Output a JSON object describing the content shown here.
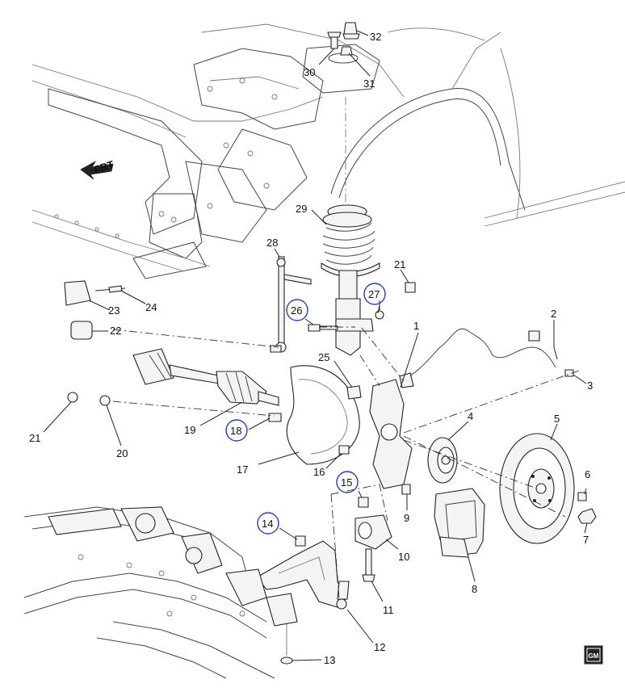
{
  "diagram": {
    "direction_label": "FRT",
    "logo_text": "GM",
    "callouts": [
      {
        "id": "c1",
        "label": "1",
        "circled": false
      },
      {
        "id": "c2",
        "label": "2",
        "circled": false
      },
      {
        "id": "c3",
        "label": "3",
        "circled": false
      },
      {
        "id": "c4",
        "label": "4",
        "circled": false
      },
      {
        "id": "c5",
        "label": "5",
        "circled": false
      },
      {
        "id": "c6",
        "label": "6",
        "circled": false
      },
      {
        "id": "c7",
        "label": "7",
        "circled": false
      },
      {
        "id": "c8",
        "label": "8",
        "circled": false
      },
      {
        "id": "c9",
        "label": "9",
        "circled": false
      },
      {
        "id": "c10",
        "label": "10",
        "circled": false
      },
      {
        "id": "c11",
        "label": "11",
        "circled": false
      },
      {
        "id": "c12",
        "label": "12",
        "circled": false
      },
      {
        "id": "c13",
        "label": "13",
        "circled": false
      },
      {
        "id": "c14",
        "label": "14",
        "circled": true
      },
      {
        "id": "c15",
        "label": "15",
        "circled": true
      },
      {
        "id": "c16",
        "label": "16",
        "circled": false
      },
      {
        "id": "c17",
        "label": "17",
        "circled": false
      },
      {
        "id": "c18",
        "label": "18",
        "circled": true
      },
      {
        "id": "c19",
        "label": "19",
        "circled": false
      },
      {
        "id": "c20",
        "label": "20",
        "circled": false
      },
      {
        "id": "c21a",
        "label": "21",
        "circled": false
      },
      {
        "id": "c21b",
        "label": "21",
        "circled": false
      },
      {
        "id": "c22",
        "label": "22",
        "circled": false
      },
      {
        "id": "c23",
        "label": "23",
        "circled": false
      },
      {
        "id": "c24",
        "label": "24",
        "circled": false
      },
      {
        "id": "c25",
        "label": "25",
        "circled": false
      },
      {
        "id": "c26",
        "label": "26",
        "circled": true
      },
      {
        "id": "c27",
        "label": "27",
        "circled": true
      },
      {
        "id": "c28",
        "label": "28",
        "circled": false
      },
      {
        "id": "c29",
        "label": "29",
        "circled": false
      },
      {
        "id": "c30",
        "label": "30",
        "circled": false
      },
      {
        "id": "c31",
        "label": "31",
        "circled": false
      },
      {
        "id": "c32",
        "label": "32",
        "circled": false
      }
    ]
  }
}
